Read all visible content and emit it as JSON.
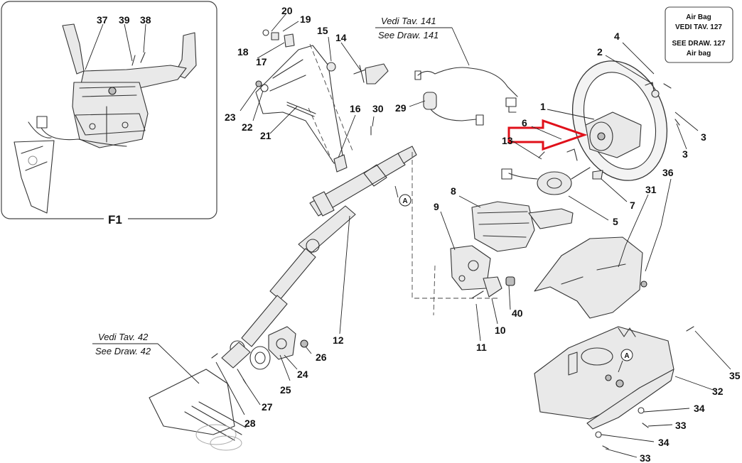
{
  "inset": {
    "label": "F1",
    "callouts": [
      "37",
      "39",
      "38"
    ]
  },
  "airbag_box": {
    "line1": "Air Bag",
    "line2": "VEDI TAV. 127",
    "line3": "SEE DRAW. 127",
    "line4": "Air bag"
  },
  "references": {
    "top_it": "Vedi Tav. 141",
    "top_en": "See Draw. 141",
    "bottom_it": "Vedi Tav. 42",
    "bottom_en": "See Draw. 42"
  },
  "connector_marker": "A",
  "callouts": {
    "c1": "1",
    "c2": "2",
    "c3a": "3",
    "c3b": "3",
    "c4": "4",
    "c5": "5",
    "c6": "6",
    "c7": "7",
    "c8": "8",
    "c9": "9",
    "c10": "10",
    "c11": "11",
    "c12": "12",
    "c13": "13",
    "c14": "14",
    "c15": "15",
    "c16": "16",
    "c17": "17",
    "c18": "18",
    "c19": "19",
    "c20": "20",
    "c21": "21",
    "c22": "22",
    "c23": "23",
    "c24": "24",
    "c25": "25",
    "c26": "26",
    "c27": "27",
    "c28": "28",
    "c29": "29",
    "c30": "30",
    "c31": "31",
    "c32": "32",
    "c33a": "33",
    "c33b": "33",
    "c34a": "34",
    "c34b": "34",
    "c35": "35",
    "c36": "36",
    "c40": "40"
  },
  "highlight_arrow_color": "#e0101a"
}
